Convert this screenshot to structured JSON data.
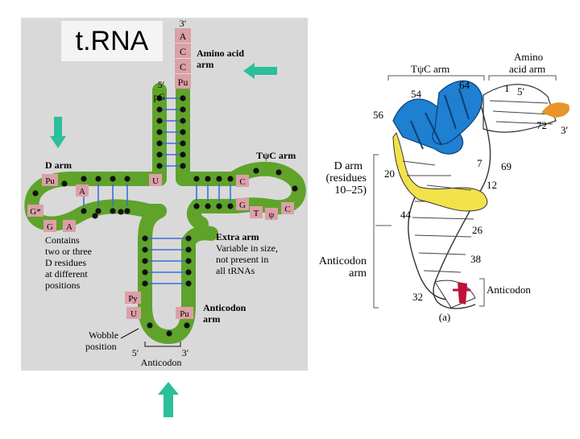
{
  "title": "t.RNA",
  "colors": {
    "panel": "#d9d9d9",
    "stem": "#5fa32b",
    "base_box": "#dba0a8",
    "dot": "#111111",
    "bond": "#3b6fd8",
    "arrow": "#2bbf9a",
    "helix_blue": "#1f7fd0",
    "helix_yellow": "#f2e24a",
    "helix_orange": "#e8942a",
    "anticodon_red": "#c0123a"
  },
  "left_diagram": {
    "acceptor_bases": [
      "3′",
      "A",
      "C",
      "C",
      "Pu"
    ],
    "amino_arm_label": [
      "Amino acid",
      "arm"
    ],
    "five_prime": "5′",
    "pG": "pG",
    "tpsic_label": "TψC arm",
    "tpsic_bases": [
      "C",
      "G",
      "T",
      "ψ",
      "C"
    ],
    "d_arm_label": "D arm",
    "d_bases": [
      "Pu",
      "A",
      "G*",
      "G",
      "A",
      "U"
    ],
    "d_note": [
      "Contains",
      "two or three",
      "D residues",
      "at different",
      "positions"
    ],
    "extra_label": "Extra arm",
    "extra_note": [
      "Variable in size,",
      "not present in",
      "all tRNAs"
    ],
    "anticodon_bases": [
      "Py",
      "U",
      "Pu"
    ],
    "anticodon_arm_label": [
      "Anticodon",
      "arm"
    ],
    "wobble_label": [
      "Wobble",
      "position"
    ],
    "anticodon_5": "5′",
    "anticodon_3": "3′",
    "anticodon_label": "Anticodon"
  },
  "right_diagram": {
    "tpsic_arm": "TψC arm",
    "amino_acid_arm": [
      "Amino",
      "acid arm"
    ],
    "d_arm": [
      "D arm",
      "(residues",
      "10–25)"
    ],
    "anticodon_arm": [
      "Anticodon",
      "arm"
    ],
    "anticodon": "Anticodon",
    "five_prime": "5′",
    "three_prime": "3′",
    "panel_label": "(a)",
    "numbers": [
      "54",
      "64",
      "1",
      "56",
      "72",
      "7",
      "69",
      "20",
      "12",
      "44",
      "26",
      "38",
      "32"
    ]
  }
}
